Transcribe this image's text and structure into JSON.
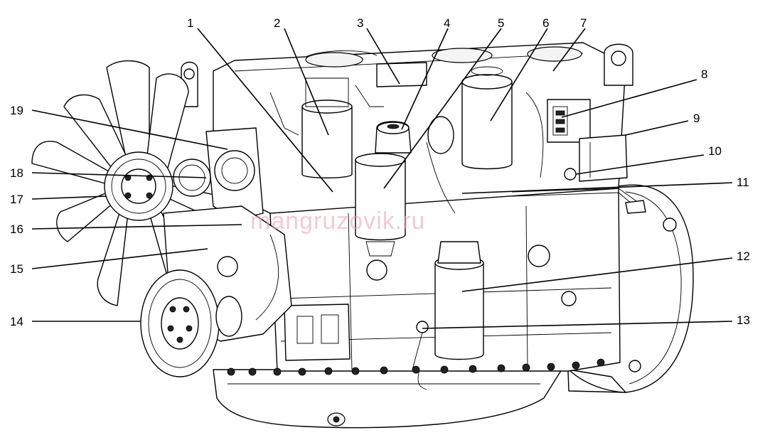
{
  "diagram": {
    "watermark": "mangruzovik.ru",
    "callouts": [
      {
        "id": "c1",
        "label": "1"
      },
      {
        "id": "c2",
        "label": "2"
      },
      {
        "id": "c3",
        "label": "3"
      },
      {
        "id": "c4",
        "label": "4"
      },
      {
        "id": "c5",
        "label": "5"
      },
      {
        "id": "c6",
        "label": "6"
      },
      {
        "id": "c7",
        "label": "7"
      },
      {
        "id": "c8",
        "label": "8"
      },
      {
        "id": "c9",
        "label": "9"
      },
      {
        "id": "c10",
        "label": "10"
      },
      {
        "id": "c11",
        "label": "11"
      },
      {
        "id": "c12",
        "label": "12"
      },
      {
        "id": "c13",
        "label": "13"
      },
      {
        "id": "c14",
        "label": "14"
      },
      {
        "id": "c15",
        "label": "15"
      },
      {
        "id": "c16",
        "label": "16"
      },
      {
        "id": "c17",
        "label": "17"
      },
      {
        "id": "c18",
        "label": "18"
      },
      {
        "id": "c19",
        "label": "19"
      }
    ]
  }
}
